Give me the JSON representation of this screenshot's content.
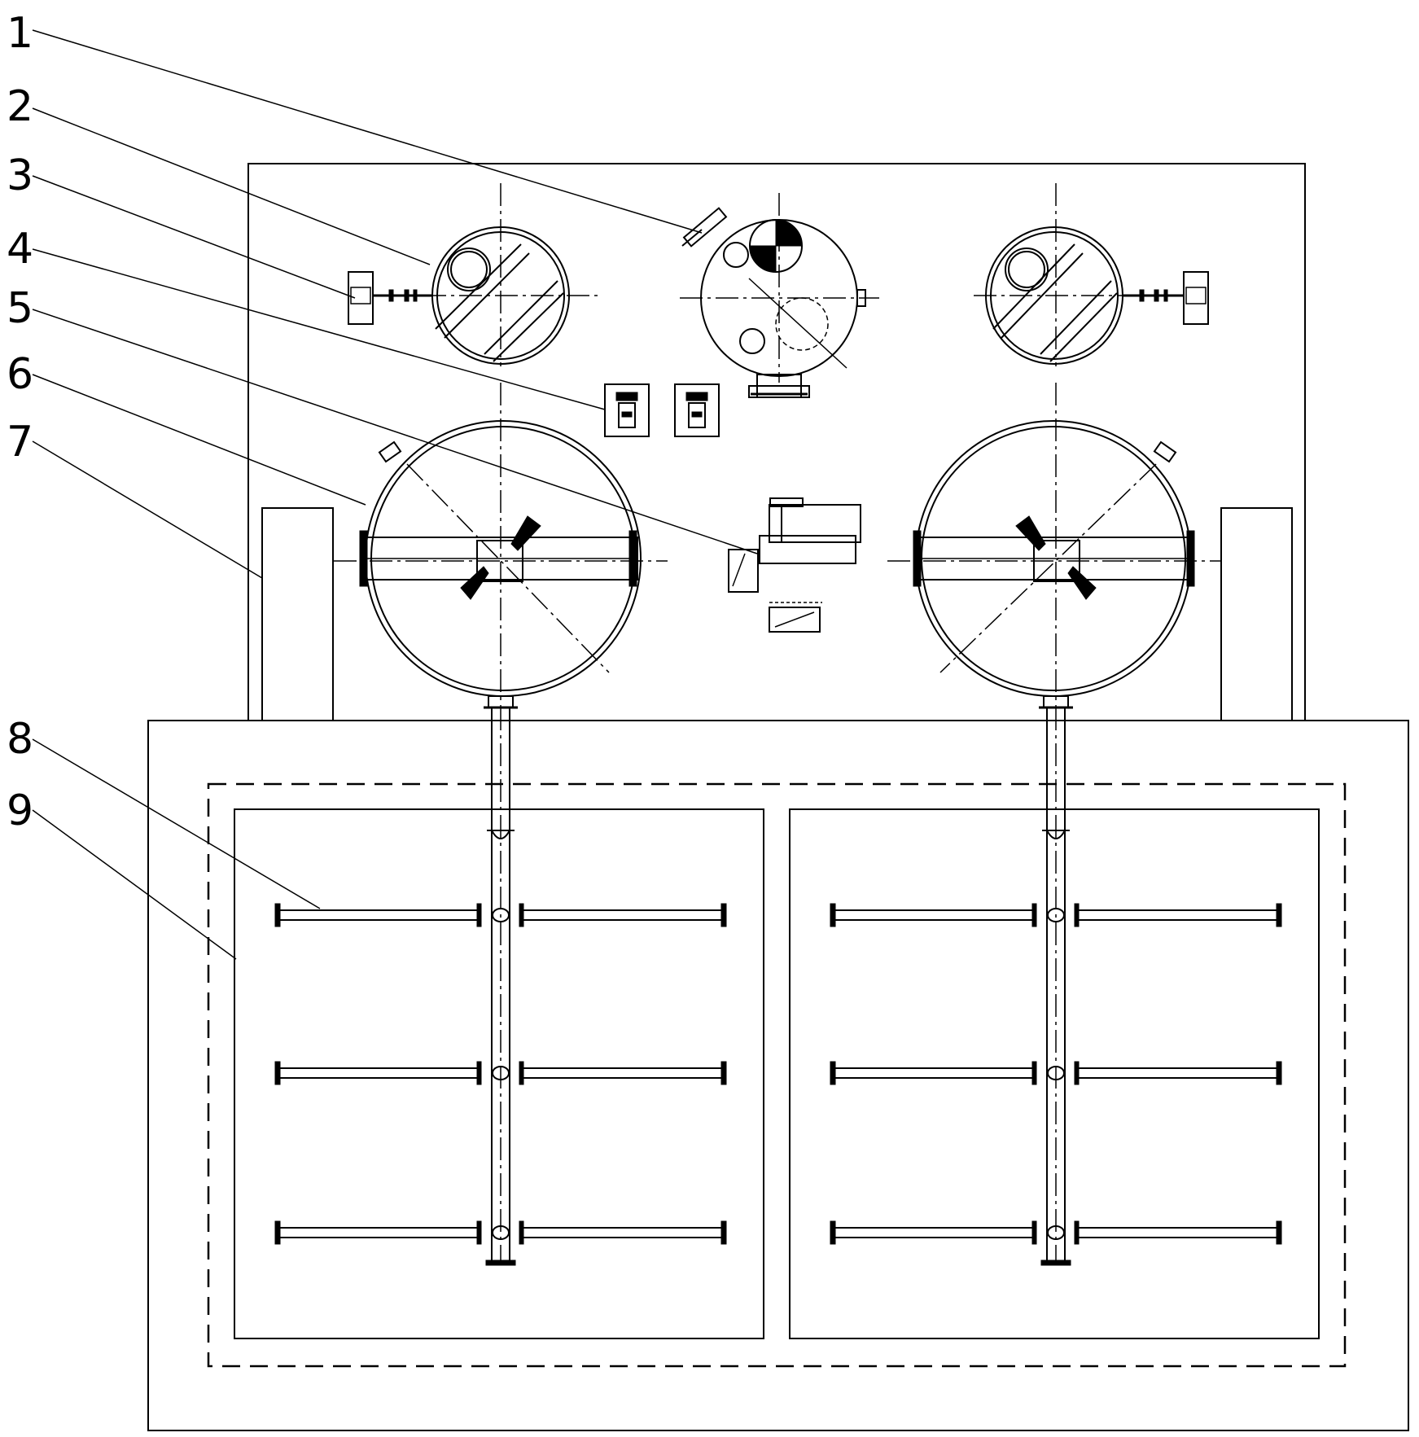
{
  "figure": {
    "callouts": [
      {
        "id": "1",
        "label": "1"
      },
      {
        "id": "2",
        "label": "2"
      },
      {
        "id": "3",
        "label": "3"
      },
      {
        "id": "4",
        "label": "4"
      },
      {
        "id": "5",
        "label": "5"
      },
      {
        "id": "6",
        "label": "6"
      },
      {
        "id": "7",
        "label": "7"
      },
      {
        "id": "8",
        "label": "8"
      },
      {
        "id": "9",
        "label": "9"
      }
    ]
  }
}
